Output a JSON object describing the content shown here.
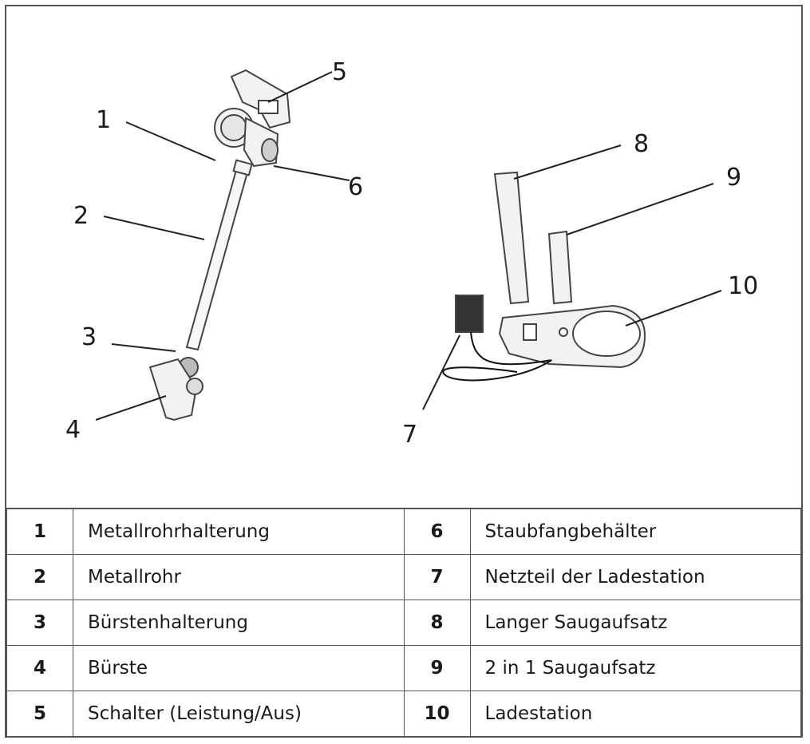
{
  "callouts": [
    "1",
    "2",
    "3",
    "4",
    "5",
    "6",
    "7",
    "8",
    "9",
    "10"
  ],
  "parts": [
    {
      "num": "1",
      "label": "Metallrohrhalterung"
    },
    {
      "num": "2",
      "label": "Metallrohr"
    },
    {
      "num": "3",
      "label": "Bürstenhalterung"
    },
    {
      "num": "4",
      "label": "Bürste"
    },
    {
      "num": "5",
      "label": "Schalter (Leistung/Aus)"
    },
    {
      "num": "6",
      "label": "Staubfangbehälter"
    },
    {
      "num": "7",
      "label": "Netzteil der Ladestation"
    },
    {
      "num": "8",
      "label": "Langer Saugaufsatz"
    },
    {
      "num": "9",
      "label": "2 in 1 Saugaufsatz"
    },
    {
      "num": "10",
      "label": "Ladestation"
    }
  ]
}
